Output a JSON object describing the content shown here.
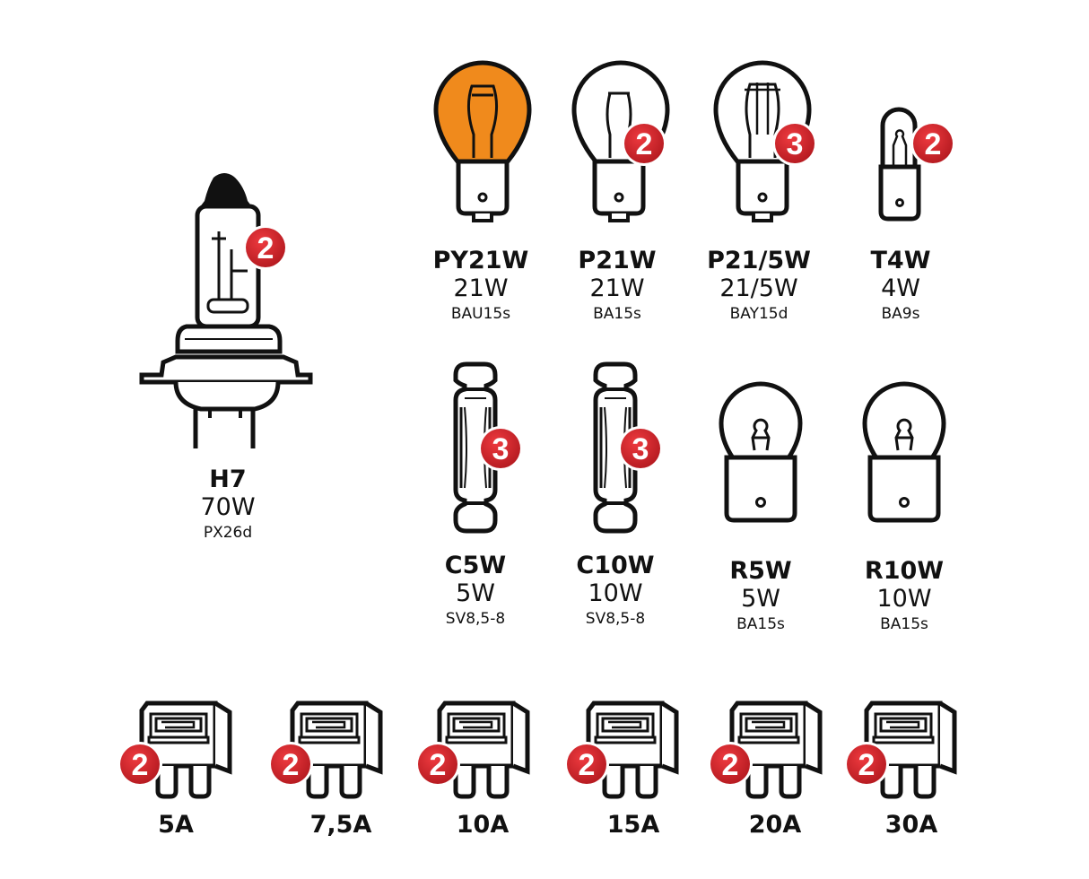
{
  "colors": {
    "badge": "#d8262c",
    "amber": "#f08a1c",
    "outline": "#111111"
  },
  "bulbs": [
    {
      "name": "H7",
      "watt": "70W",
      "base": "PX26d",
      "qty": "2",
      "icon": "h7-halogen-bulb-icon"
    },
    {
      "name": "PY21W",
      "watt": "21W",
      "base": "BAU15s",
      "qty": "",
      "icon": "amber-bayonet-bulb-icon"
    },
    {
      "name": "P21W",
      "watt": "21W",
      "base": "BA15s",
      "qty": "2",
      "icon": "single-filament-bulb-icon"
    },
    {
      "name": "P21/5W",
      "watt": "21/5W",
      "base": "BAY15d",
      "qty": "3",
      "icon": "dual-filament-bulb-icon"
    },
    {
      "name": "T4W",
      "watt": "4W",
      "base": "BA9s",
      "qty": "2",
      "icon": "small-bayonet-bulb-icon"
    },
    {
      "name": "C5W",
      "watt": "5W",
      "base": "SV8,5-8",
      "qty": "3",
      "icon": "festoon-bulb-icon"
    },
    {
      "name": "C10W",
      "watt": "10W",
      "base": "SV8,5-8",
      "qty": "3",
      "icon": "festoon-bulb-icon"
    },
    {
      "name": "R5W",
      "watt": "5W",
      "base": "BA15s",
      "qty": "",
      "icon": "round-bayonet-bulb-icon"
    },
    {
      "name": "R10W",
      "watt": "10W",
      "base": "BA15s",
      "qty": "",
      "icon": "round-bayonet-bulb-icon"
    }
  ],
  "fuses": [
    {
      "rating": "5A",
      "qty": "2"
    },
    {
      "rating": "7,5A",
      "qty": "2"
    },
    {
      "rating": "10A",
      "qty": "2"
    },
    {
      "rating": "15A",
      "qty": "2"
    },
    {
      "rating": "20A",
      "qty": "2"
    },
    {
      "rating": "30A",
      "qty": "2"
    }
  ]
}
